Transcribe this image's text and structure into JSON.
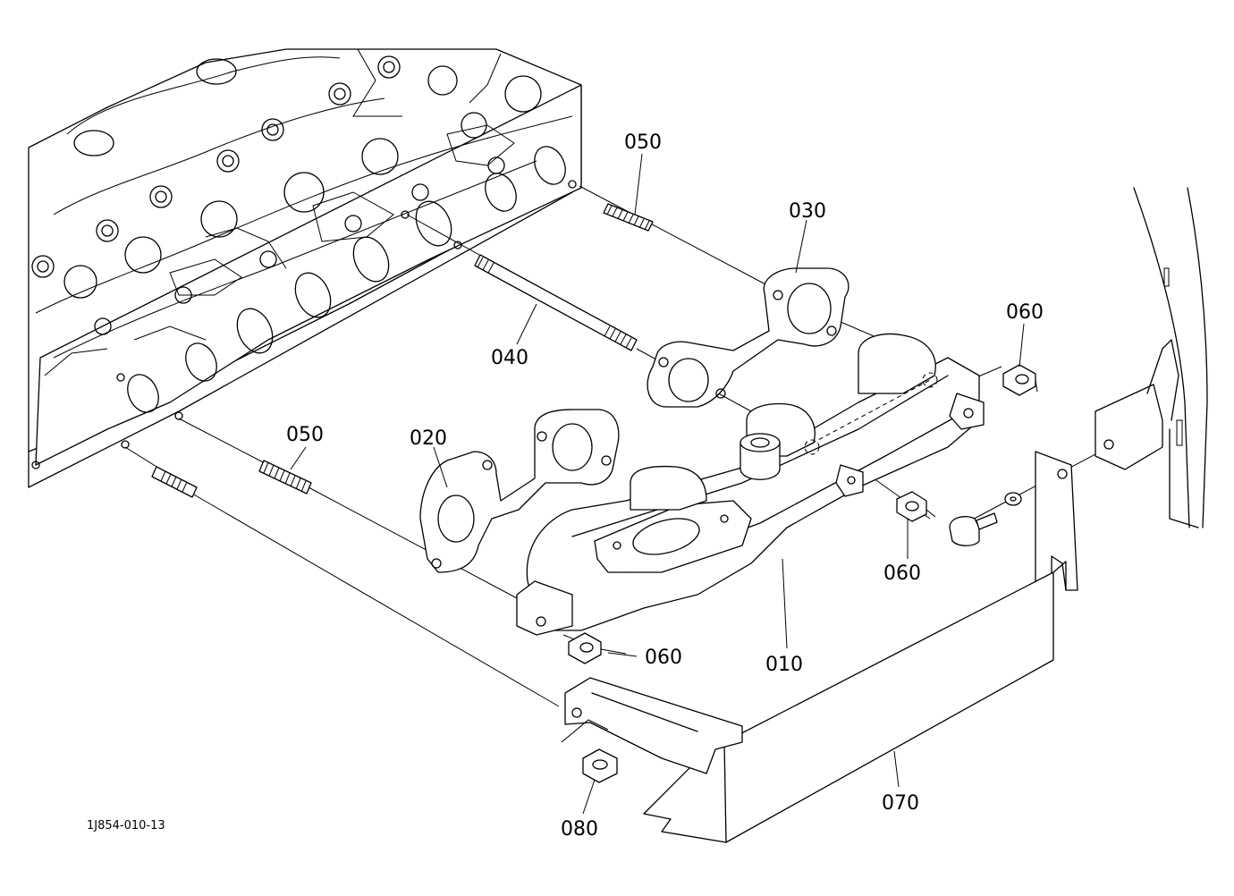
{
  "diagram": {
    "drawing_code": "1J854-010-13",
    "labels": {
      "p010": "010",
      "p020": "020",
      "p030": "030",
      "p040": "040",
      "p050a": "050",
      "p050b": "050",
      "p060a": "060",
      "p060b": "060",
      "p060c": "060",
      "p070": "070",
      "p080": "080"
    }
  }
}
